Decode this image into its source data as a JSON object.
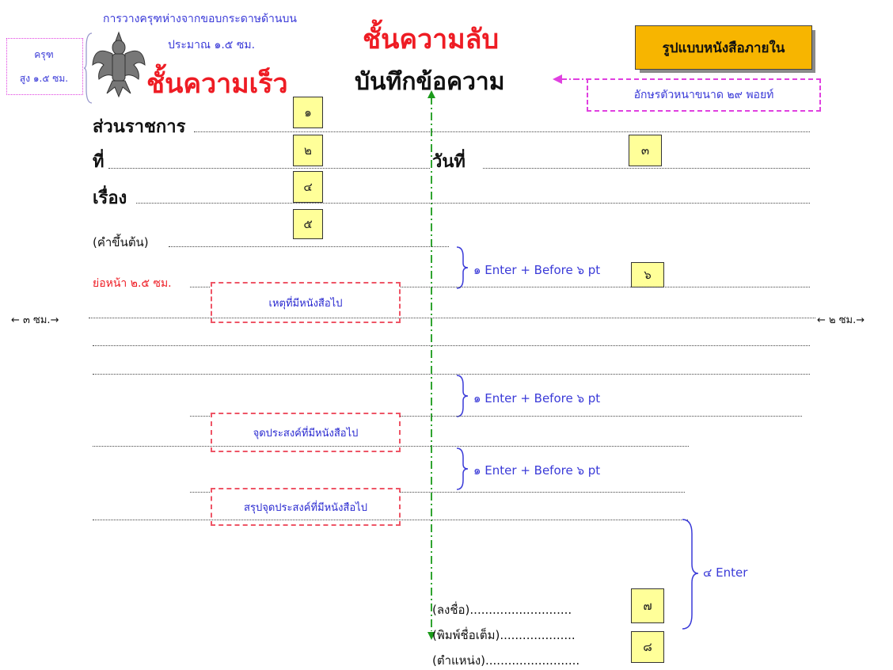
{
  "top_note": {
    "line1": "การวางครุฑห่างจากขอบกระดาษด้านบน",
    "line2": "ประมาณ ๑.๕ ซม."
  },
  "garuda_note": {
    "line1": "ครุฑ",
    "line2": "สูง ๑.๕ ซม."
  },
  "speed_class": "ชั้นความเร็ว",
  "secret_class": "ชั้นความลับ",
  "doc_title": "บันทึกข้อความ",
  "format_badge": "รูปแบบหนังสือภายใน",
  "font_note": "อักษรตัวหนาขนาด ๒๙ พอยท์",
  "fields": {
    "agency": "ส่วนราชการ",
    "ref_no": "ที่",
    "date": "วันที่",
    "subject": "เรื่อง",
    "salutation": "(คำขึ้นต้น)"
  },
  "num_boxes": [
    "๑",
    "๒",
    "๓",
    "๔",
    "๕",
    "๖",
    "๗",
    "๘"
  ],
  "indent_note": "ย่อหน้า ๒.๕ ซม.",
  "margin_left": "← ๓ ซม.→",
  "margin_right": "← ๒ ซม.→",
  "spacing_note": "๑ Enter + Before ๖ pt",
  "enter4": "๔ Enter",
  "paragraphs": {
    "reason": "เหตุที่มีหนังสือไป",
    "purpose": "จุดประสงค์ที่มีหนังสือไป",
    "conclusion": "สรุปจุดประสงค์ที่มีหนังสือไป"
  },
  "signature": {
    "sign": "(ลงชื่อ)...........................",
    "name": "(พิมพ์ชื่อเต็ม)....................",
    "position": "(ตำแหน่ง)........................."
  },
  "colors": {
    "red": "#ee1c24",
    "blue": "#3a3ad8",
    "badge_bg": "#f7b500",
    "guide": "#1a9a1a"
  }
}
